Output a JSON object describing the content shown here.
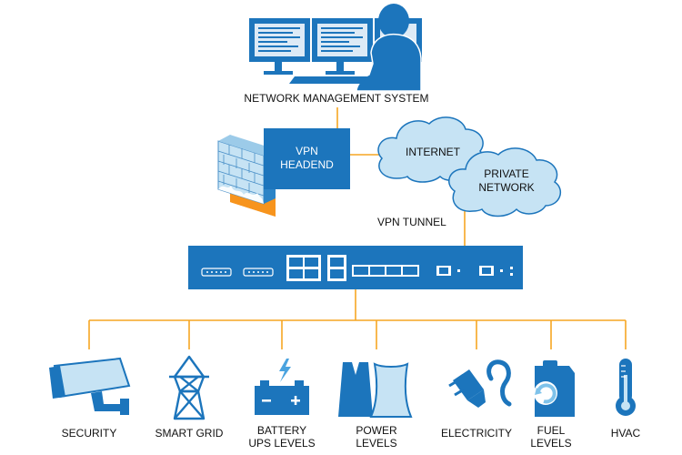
{
  "top": {
    "nms_label": "NETWORK MANAGEMENT SYSTEM"
  },
  "vpn_headend": {
    "line1": "VPN",
    "line2": "HEADEND"
  },
  "clouds": {
    "internet": "INTERNET",
    "private_line1": "PRIVATE",
    "private_line2": "NETWORK"
  },
  "vpn_tunnel_label": "VPN TUNNEL",
  "endpoints": [
    {
      "line1": "SECURITY",
      "line2": ""
    },
    {
      "line1": "SMART GRID",
      "line2": ""
    },
    {
      "line1": "BATTERY",
      "line2": "UPS LEVELS"
    },
    {
      "line1": "POWER",
      "line2": "LEVELS"
    },
    {
      "line1": "ELECTRICITY",
      "line2": ""
    },
    {
      "line1": "FUEL",
      "line2": "LEVELS"
    },
    {
      "line1": "HVAC",
      "line2": ""
    }
  ],
  "colors": {
    "blue": "#1c75bc",
    "light_blue": "#c6e3f4",
    "orange": "#f7941d",
    "connector": "#f6a623"
  },
  "icons": [
    "monitor-icon",
    "operator-icon",
    "firewall-icon",
    "cloud-icon",
    "router-icon",
    "camera-icon",
    "tower-icon",
    "battery-icon",
    "power-plant-icon",
    "plug-icon",
    "fuel-can-icon",
    "thermometer-icon"
  ]
}
